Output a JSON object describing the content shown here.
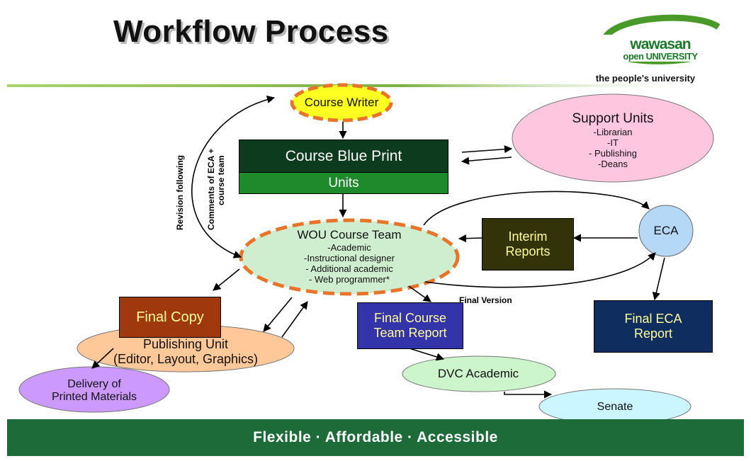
{
  "slide": {
    "title": "Workflow Process",
    "logo": {
      "line1": "wawasan",
      "line2": "open UNIVERSITY"
    },
    "tagline": "the people's university",
    "footer": "Flexible · Affordable · Accessible"
  },
  "nodes": {
    "course_writer": "Course Writer",
    "blueprint": {
      "title": "Course Blue Print",
      "sub": "Units"
    },
    "support_units": {
      "title": "Support Units",
      "items": [
        "-Librarian",
        "-IT",
        "- Publishing",
        "-Deans"
      ]
    },
    "wou_team": {
      "title": "WOU Course Team",
      "items": [
        "-Academic",
        "-Instructional designer",
        "- Additional academic",
        "- Web programmer*"
      ]
    },
    "interim_reports": [
      "Interim",
      "Reports"
    ],
    "eca": "ECA",
    "final_copy": "Final Copy",
    "publishing_unit": [
      "Publishing Unit",
      "(Editor, Layout, Graphics)"
    ],
    "delivery": [
      "Delivery of",
      "Printed Materials"
    ],
    "final_course_report": [
      "Final Course",
      "Team Report"
    ],
    "final_eca_report": [
      "Final ECA",
      "Report"
    ],
    "dvc": "DVC Academic",
    "senate": "Senate"
  },
  "labels": {
    "revision": "Revision following",
    "comments": [
      "Comments of ECA +",
      "course team"
    ],
    "final_version": "Final Version"
  },
  "colors": {
    "footer_green": "#1e6b3a",
    "dash_orange": "#e8742a",
    "blueprint_dark": "#0d3b1e",
    "blueprint_light": "#1e8a2c",
    "final_course_blue": "#3333aa",
    "final_eca_navy": "#0f2d5e",
    "interim_olive": "#33330a",
    "final_copy_brown": "#a0380d"
  }
}
